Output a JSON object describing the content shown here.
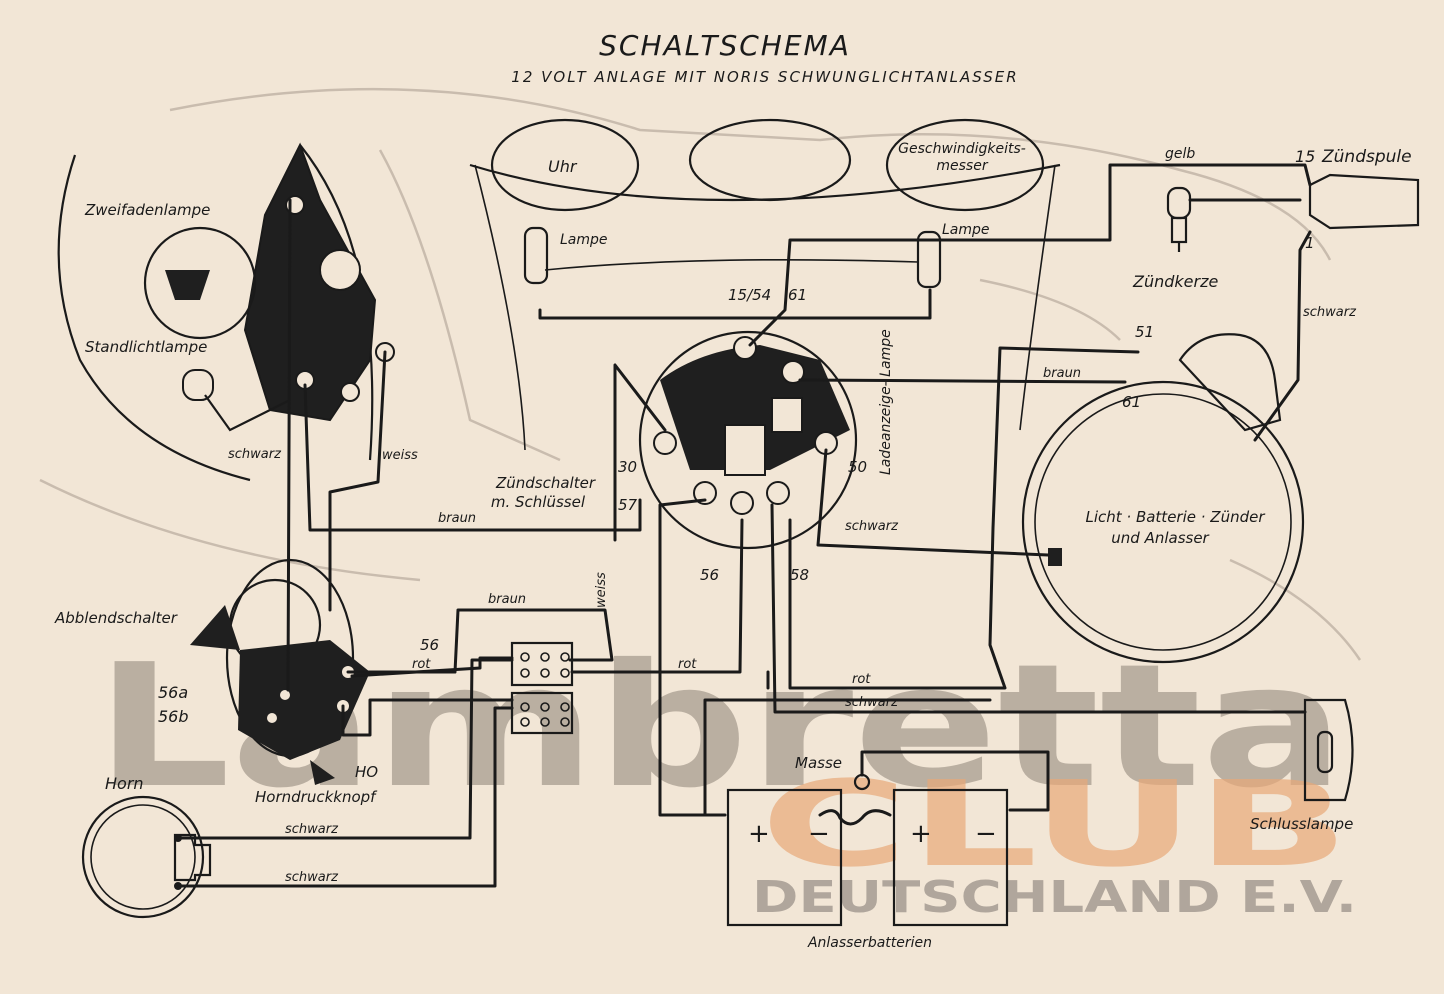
{
  "title": "SCHALTSCHEMA",
  "subtitle": "12 VOLT ANLAGE MIT NORIS SCHWUNGLICHTANLASSER",
  "watermark": {
    "brand": "Lambretta",
    "club": "CLUB",
    "org": "DEUTSCHLAND E.V.",
    "brand_color": "#8c8177",
    "club_color": "#e8a878",
    "org_color": "#9a9088"
  },
  "components": {
    "zweifadenlampe": "Zweifadenlampe",
    "standlichtlampe": "Standlichtlampe",
    "uhr": "Uhr",
    "geschwindigkeitsmesser_1": "Geschwindigkeits-",
    "geschwindigkeitsmesser_2": "messer",
    "lampe_left": "Lampe",
    "lampe_right": "Lampe",
    "zuendspule": "Zündspule",
    "zuendkerze": "Zündkerze",
    "ladeanzeige_lampe": "Ladeanzeige- Lampe",
    "zuendschalter_1": "Zündschalter",
    "zuendschalter_2": "m. Schlüssel",
    "generator_1": "Licht · Batterie · Zünder",
    "generator_2": "und Anlasser",
    "abblendschalter": "Abblendschalter",
    "horndruckknopf": "Horndruckknopf",
    "horn": "Horn",
    "masse": "Masse",
    "schlusslampe": "Schlusslampe",
    "anlasserbatterien": "Anlasserbatterien",
    "plus": "+",
    "minus": "−"
  },
  "terminals": {
    "t15": "15",
    "t1": "1",
    "t15_54": "15/54",
    "t61_switch": "61",
    "t30": "30",
    "t57": "57",
    "t50": "50",
    "t56_switch": "56",
    "t58": "58",
    "t51": "51",
    "t61_gen": "61",
    "t56_dim": "56",
    "t56a": "56a",
    "t56b": "56b",
    "tHO": "HO"
  },
  "wire_labels": {
    "gelb": "gelb",
    "schwarz_coil": "schwarz",
    "braun_gen": "braun",
    "schwarz_head": "schwarz",
    "weiss_head": "weiss",
    "braun_mid": "braun",
    "weiss_vert": "weiss",
    "schwarz_50": "schwarz",
    "braun_low": "braun",
    "rot_dim": "rot",
    "rot_mid": "rot",
    "rot_right": "rot",
    "schwarz_right": "schwarz",
    "schwarz_horn1": "schwarz",
    "schwarz_horn2": "schwarz"
  }
}
